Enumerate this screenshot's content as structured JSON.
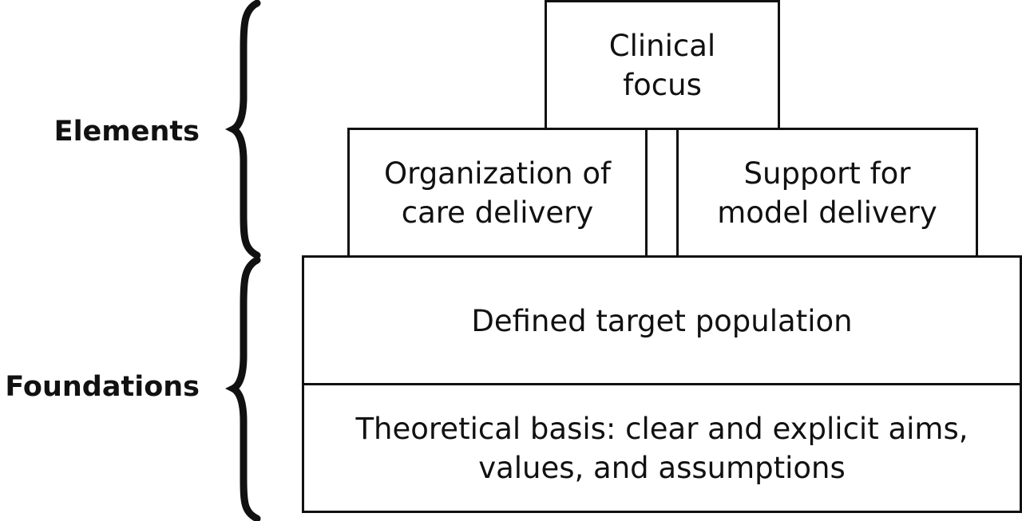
{
  "labels": {
    "elements": "Elements",
    "foundations": "Foundations"
  },
  "boxes": {
    "clinical_focus": [
      "Clinical",
      "focus"
    ],
    "organization": [
      "Organization of",
      "care delivery"
    ],
    "support": [
      "Support for",
      "model delivery"
    ],
    "target_population": [
      "Defined target population"
    ],
    "theoretical_basis": [
      "Theoretical basis: clear and explicit aims,",
      "values, and assumptions"
    ]
  }
}
